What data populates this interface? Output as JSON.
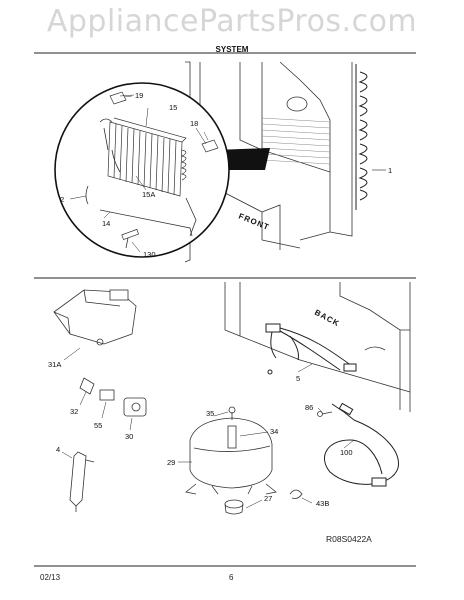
{
  "watermark": "AppliancePartsPros.com",
  "header": {
    "left_model_text": "",
    "right_model_text": "",
    "section": "SYSTEM"
  },
  "labels": {
    "l19": "19",
    "l15": "15",
    "l18": "18",
    "l1": "1",
    "l2": "2",
    "l15a": "15A",
    "l14": "14",
    "l130": "130",
    "front": "FRONT",
    "back": "BACK",
    "l31a": "31A",
    "l32": "32",
    "l55": "55",
    "l30": "30",
    "l4": "4",
    "l35": "35",
    "l34": "34",
    "l29": "29",
    "l27": "27",
    "l43b": "43B",
    "l5": "5",
    "l86": "86",
    "l100": "100"
  },
  "diagram_code": "R08S0422A",
  "footer": {
    "date": "02/13",
    "page": "6"
  }
}
